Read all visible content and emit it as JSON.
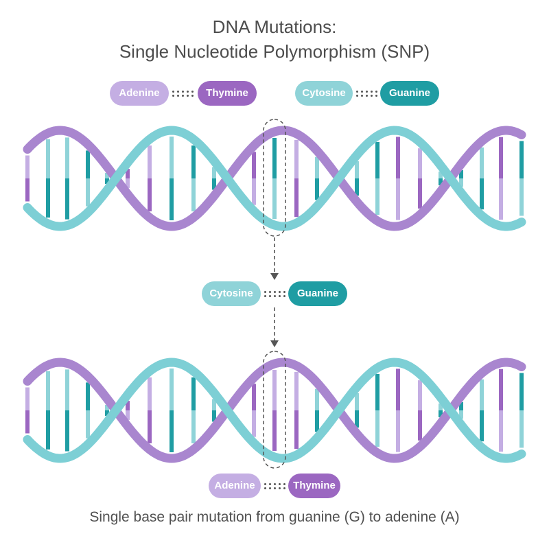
{
  "title": {
    "line1": "DNA Mutations:",
    "line2": "Single Nucleotide Polymorphism (SNP)"
  },
  "colors": {
    "adenine": "#c4aee3",
    "thymine": "#9b67c1",
    "cytosine": "#8fd3d8",
    "guanine": "#1f9da3",
    "purple_strand": "#a986cf",
    "teal_strand": "#7dcfd5",
    "marker": "#555555"
  },
  "legend": {
    "pair1": {
      "left": "Adenine",
      "right": "Thymine"
    },
    "pair2": {
      "left": "Cytosine",
      "right": "Guanine"
    }
  },
  "mutation_pair": {
    "left": "Cytosine",
    "right": "Guanine"
  },
  "result_pair": {
    "left": "Adenine",
    "right": "Thymine"
  },
  "caption": "Single base pair mutation from guanine (G) to adenine (A)"
}
